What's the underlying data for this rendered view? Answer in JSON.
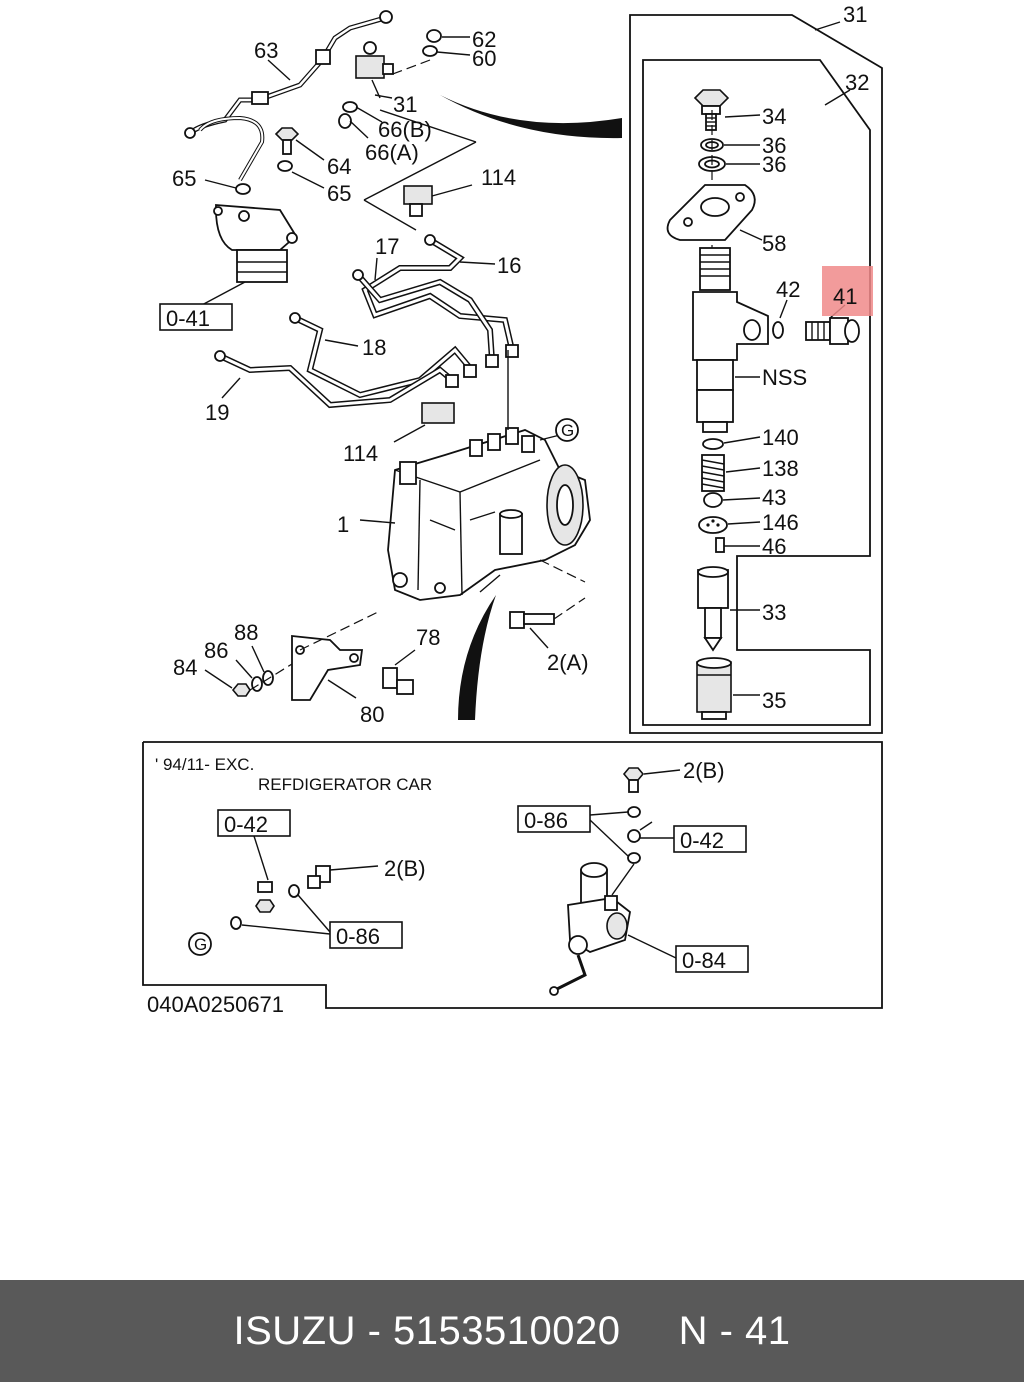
{
  "labels": {
    "p1": "1",
    "p2a": "2(A)",
    "p2b_top": "2(B)",
    "p2b_left": "2(B)",
    "p16": "16",
    "p17": "17",
    "p18": "18",
    "p19": "19",
    "p31_top": "31",
    "p31_sub": "31",
    "p32": "32",
    "p33": "33",
    "p34": "34",
    "p35": "35",
    "p36a": "36",
    "p36b": "36",
    "p41": "41",
    "p42": "42",
    "p43": "43",
    "p46": "46",
    "p58": "58",
    "p60": "60",
    "p62": "62",
    "p63": "63",
    "p64": "64",
    "p65a": "65",
    "p65b": "65",
    "p66a": "66(A)",
    "p66b": "66(B)",
    "p78": "78",
    "p80": "80",
    "p84": "84",
    "p86": "86",
    "p88": "88",
    "p114a": "114",
    "p114b": "114",
    "p138": "138",
    "p140": "140",
    "p146": "146",
    "nss": "NSS",
    "g1": "G",
    "g2": "G"
  },
  "ref_boxes": {
    "r041": "0-41",
    "r042a": "0-42",
    "r042b": "0-42",
    "r084": "0-84",
    "r086a": "0-86",
    "r086b": "0-86"
  },
  "notes": {
    "line1": "' 94/11- EXC.",
    "line2": "REFDIGERATOR CAR",
    "diagram_code": "040A0250671"
  },
  "highlight": {
    "part": "41",
    "color": "#f08a8a"
  },
  "footer": {
    "text": "ISUZU - 5153510020     N - 41",
    "bg": "#595959",
    "color": "#ffffff"
  }
}
